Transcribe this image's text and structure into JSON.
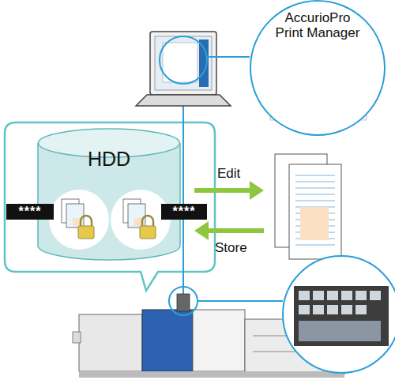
{
  "diagram": {
    "nodes": [
      {
        "text": [
          "AccurioPro Print Manager"
        ]
      },
      {
        "text": [
          "HDD"
        ]
      },
      {
        "text": [
          "****"
        ],
        "in": 1
      },
      {
        "text": [
          "****"
        ],
        "in": 1
      }
    ],
    "labels": [
      "Edit",
      "Store"
    ]
  }
}
